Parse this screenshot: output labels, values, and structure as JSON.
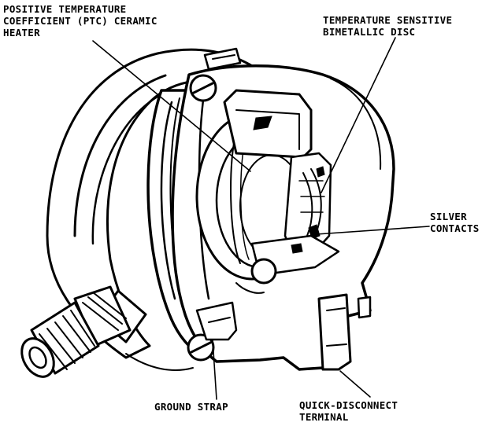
{
  "labels": {
    "ptc_heater": "POSITIVE TEMPERATURE\nCOEFFICIENT (PTC) CERAMIC\nHEATER",
    "bimetallic_disc": "TEMPERATURE SENSITIVE\nBIMETALLIC DISC",
    "silver_contacts": "SILVER\nCONTACTS",
    "ground_strap": "GROUND STRAP",
    "quick_disconnect": "QUICK-DISCONNECT\nTERMINAL"
  }
}
